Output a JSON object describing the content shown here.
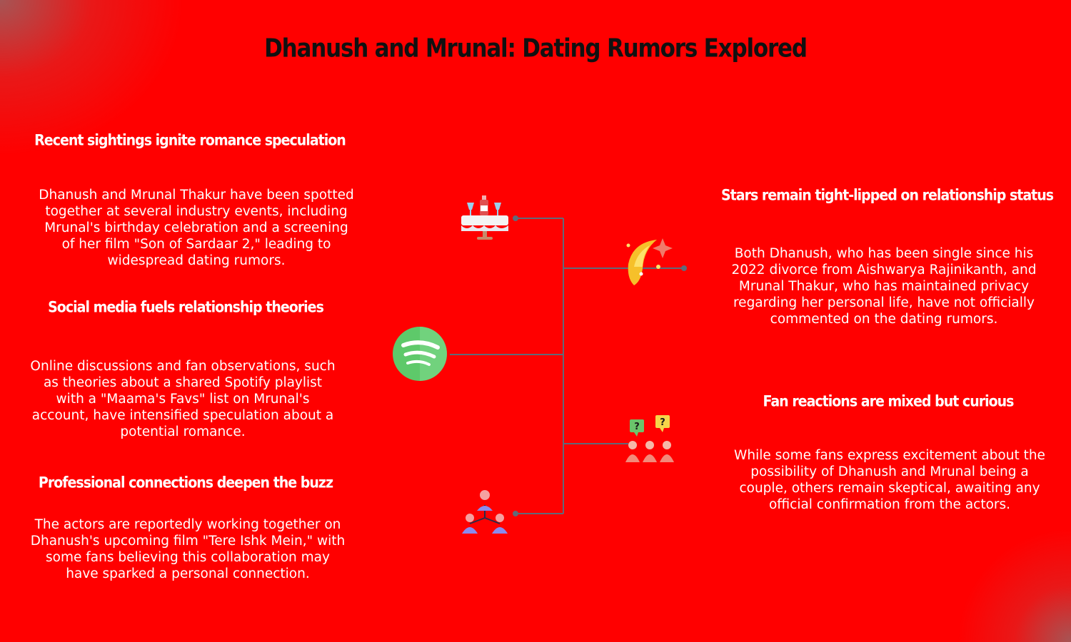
{
  "title": "Dhanush and Mrunal: Dating Rumors Explored",
  "colors": {
    "background": "#ff0000",
    "title_text": "#111111",
    "text": "#ffffff",
    "connector": "#5f6b7a",
    "spotify_green": "#5ec96a"
  },
  "sections": [
    {
      "heading": "Recent sightings ignite romance speculation",
      "text": "Dhanush and Mrunal Thakur have been spotted together at several industry events, including Mrunal's birthday celebration and a screening of her film \"Son of Sardaar 2,\" leading to widespread dating rumors.",
      "icon": "dinner-table-icon"
    },
    {
      "heading": "Social media fuels relationship theories",
      "text": "Online discussions and fan observations, such as theories about a shared Spotify playlist with a \"Maama's Favs\" list on Mrunal's account, have intensified speculation about a potential romance.",
      "icon": "spotify-icon"
    },
    {
      "heading": "Professional connections deepen the buzz",
      "text": "The actors are reportedly working together on Dhanush's upcoming film \"Tere Ishk Mein,\" with some fans believing this collaboration may have sparked a personal connection.",
      "icon": "network-people-icon"
    },
    {
      "heading": "Stars remain tight-lipped on relationship status",
      "text": "Both Dhanush, who has been single since his 2022 divorce from Aishwarya Rajinikanth, and Mrunal Thakur, who has maintained privacy regarding her personal life, have not officially commented on the dating rumors.",
      "icon": "shooting-star-icon"
    },
    {
      "heading": "Fan reactions are mixed but curious",
      "text": "While some fans express excitement about the possibility of Dhanush and Mrunal being a couple, others remain skeptical, awaiting any official confirmation from the actors.",
      "icon": "fans-questions-icon"
    }
  ]
}
